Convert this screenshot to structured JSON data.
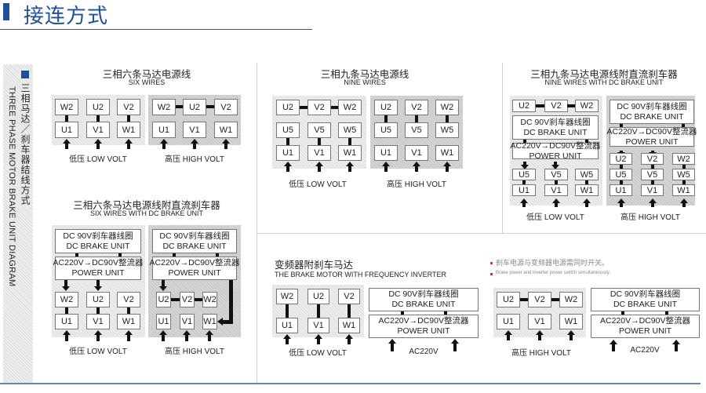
{
  "header": {
    "title": "接连方式"
  },
  "sidebar": {
    "title_cn": "三相马达／刹车器结线方式",
    "title_en": "THREE PHASE MOTOR BRAKE UNIT DIAGRAM"
  },
  "labels": {
    "low": "低压 LOW VOLT",
    "high": "高压 HIGH VOLT",
    "brake_cn": "DC 90V刹车器线圈",
    "brake_en": "DC BRAKE UNIT",
    "power_cn": "AC220V→DC90V整流器",
    "power_en": "POWER UNIT",
    "ac": "AC220V"
  },
  "panels": {
    "six_wires": {
      "title_cn": "三相六条马达电源线",
      "title_en": "SIX WIRES",
      "low": [
        "W2",
        "U2",
        "V2",
        "U1",
        "V1",
        "W1"
      ],
      "high": [
        "W2",
        "U2",
        "V2",
        "U1",
        "V1",
        "W1"
      ]
    },
    "nine_wires": {
      "title_cn": "三相九条马达电源线",
      "title_en": "NINE WIRES",
      "low": [
        "U2",
        "V2",
        "W2",
        "U5",
        "V5",
        "W5",
        "U1",
        "V1",
        "W1"
      ],
      "high": [
        "U2",
        "V2",
        "W2",
        "U5",
        "V5",
        "W5",
        "U1",
        "V1",
        "W1"
      ]
    },
    "nine_brake": {
      "title_cn": "三相九条马达电源线附直流刹车器",
      "title_en": "NINE WIRES WITH DC BRAKE UNIT",
      "low": [
        "U2",
        "V2",
        "W2",
        "U5",
        "V5",
        "W5",
        "U1",
        "V1",
        "W1"
      ],
      "high": [
        "U2",
        "V2",
        "W2",
        "U5",
        "V5",
        "W5",
        "U1",
        "V1",
        "W1"
      ]
    },
    "six_brake": {
      "title_cn": "三相六条马达电源线附直流刹车器",
      "title_en": "SIX WIRES WITH DC BRAKE UNIT",
      "low": [
        "W2",
        "U2",
        "V2",
        "U1",
        "V1",
        "W1"
      ],
      "high": [
        "U2",
        "V2",
        "W2",
        "U1",
        "V1",
        "W1"
      ]
    },
    "inverter": {
      "title_cn": "变频器附刹车马达",
      "title_en": "THE BRAKE MOTOR WITH FREQUENCY INVERTER",
      "low": [
        "W2",
        "U2",
        "V2",
        "U1",
        "V1",
        "W1"
      ],
      "high": [
        "U2",
        "V2",
        "W2",
        "U1",
        "V1",
        "W1"
      ]
    }
  },
  "note": {
    "cn": "刹车电源与变频器电源需同时开关。",
    "en": "Brake power and inverter power switch simultaneously."
  }
}
